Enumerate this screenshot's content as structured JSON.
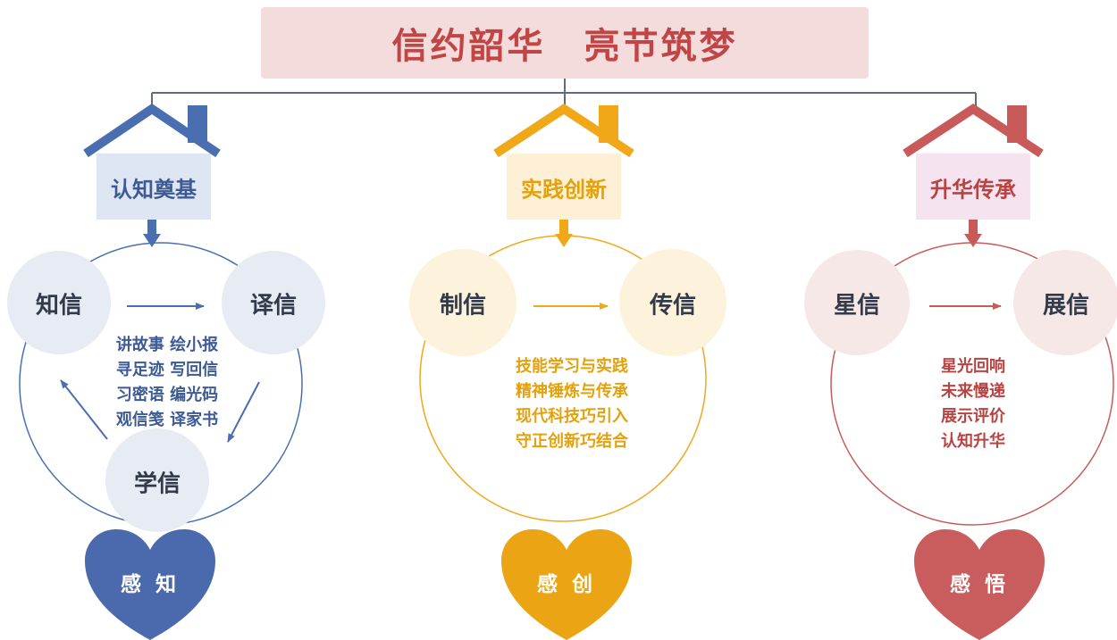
{
  "title": "信约韶华　亮节筑梦",
  "colors": {
    "blue": "#4a6fb0",
    "orange": "#f0a818",
    "red": "#c85a5a",
    "title_bg": "#f4dcdc",
    "title_text": "#c24545"
  },
  "sections": [
    {
      "house_label": "认知奠基",
      "nodes": [
        "知信",
        "译信",
        "学信"
      ],
      "list": [
        "讲故事 绘小报",
        "寻足迹 写回信",
        "习密语 编光码",
        "观信笺 译家书"
      ],
      "heart_label": "感 知"
    },
    {
      "house_label": "实践创新",
      "nodes": [
        "制信",
        "传信"
      ],
      "list": [
        "技能学习与实践",
        "精神锤炼与传承",
        "现代科技巧引入",
        "守正创新巧结合"
      ],
      "heart_label": "感 创"
    },
    {
      "house_label": "升华传承",
      "nodes": [
        "星信",
        "展信"
      ],
      "list": [
        "星光回响",
        "未来慢递",
        "展示评价",
        "认知升华"
      ],
      "heart_label": "感 悟"
    }
  ]
}
